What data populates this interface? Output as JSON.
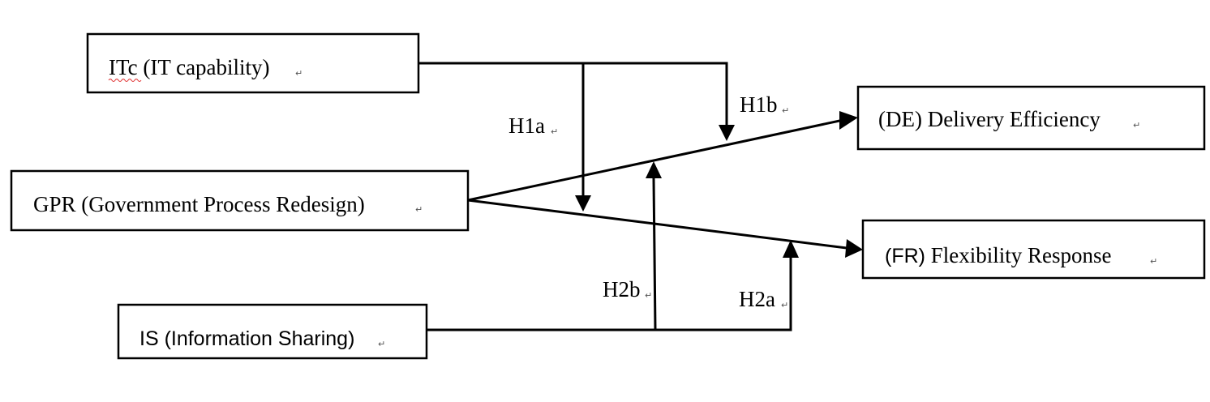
{
  "boxes": {
    "itc": {
      "label_abbr": "ITc",
      "label_rest": " (IT capability)"
    },
    "gpr": {
      "label": "GPR (Government Process Redesign)"
    },
    "is": {
      "label": "IS (Information Sharing)"
    },
    "de": {
      "label": "(DE) Delivery Efficiency"
    },
    "fr": {
      "label_abbr": "(FR)",
      "label_rest": " Flexibility Response"
    }
  },
  "hypotheses": {
    "h1a": "H1a",
    "h1b": "H1b",
    "h2a": "H2a",
    "h2b": "H2b"
  },
  "paragraph_mark": "↵",
  "colors": {
    "stroke": "#000000",
    "spellcheck_underline": "#e03030"
  }
}
